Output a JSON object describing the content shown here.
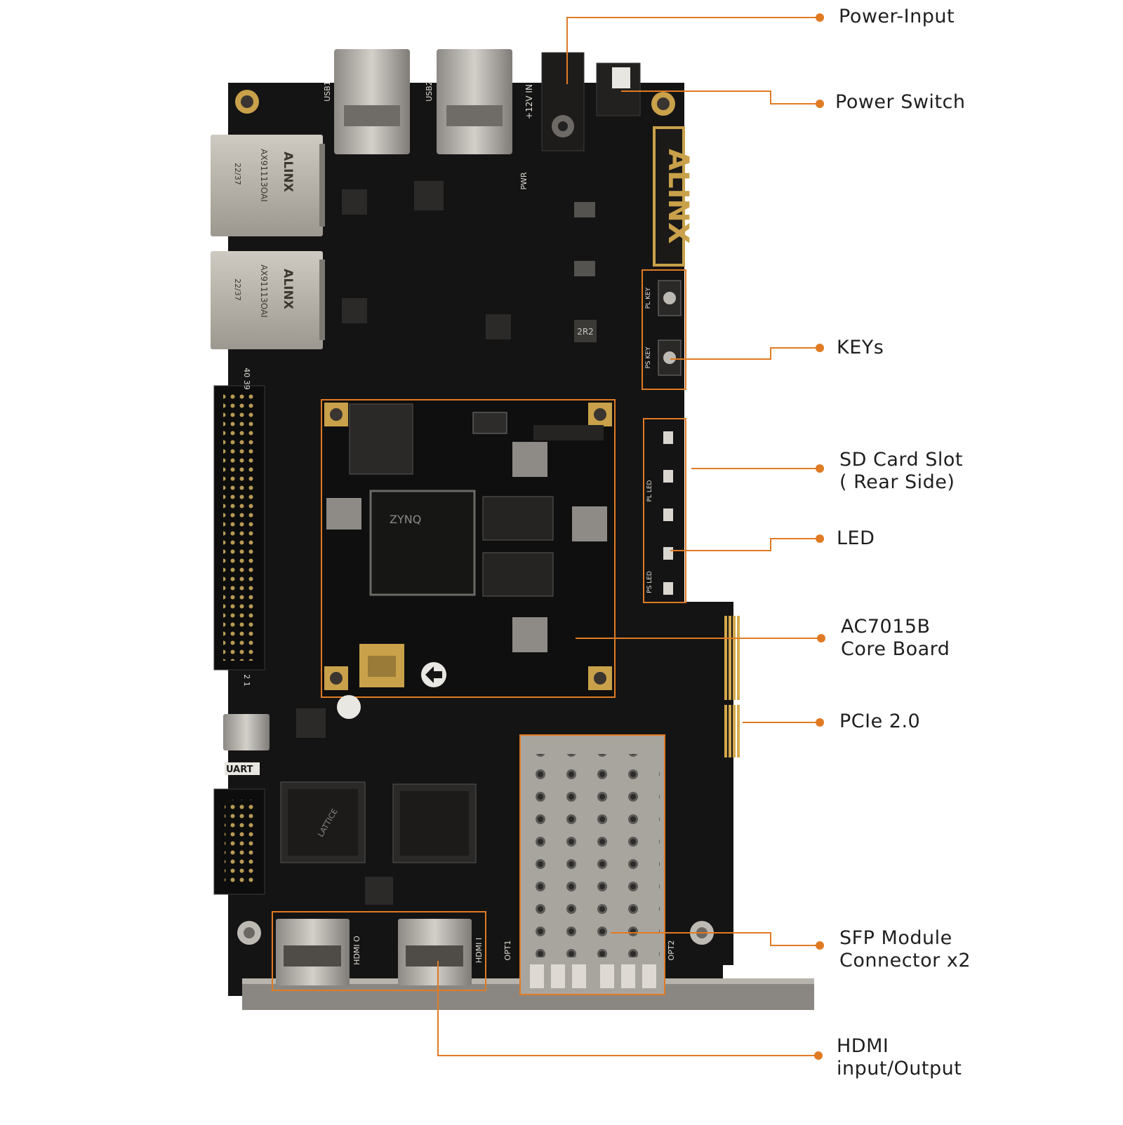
{
  "colors": {
    "accent": "#e07b24",
    "board": "#141313",
    "gold": "#c9a14a",
    "metal": "#a9a6a1",
    "label_text": "#1f1f1f"
  },
  "callouts": [
    {
      "id": "power-input",
      "lines": [
        "Power-Input"
      ],
      "icon": "dot-marker"
    },
    {
      "id": "power-switch",
      "lines": [
        "Power Switch"
      ],
      "icon": "dot-marker"
    },
    {
      "id": "keys",
      "lines": [
        "KEYs"
      ],
      "icon": "dot-marker"
    },
    {
      "id": "sd-card-slot",
      "lines": [
        "SD Card Slot",
        "( Rear Side)"
      ],
      "icon": "dot-marker"
    },
    {
      "id": "led",
      "lines": [
        "LED"
      ],
      "icon": "dot-marker"
    },
    {
      "id": "core-board",
      "lines": [
        "AC7015B",
        "Core Board"
      ],
      "icon": "dot-marker"
    },
    {
      "id": "pcie",
      "lines": [
        "PCIe 2.0"
      ],
      "icon": "dot-marker"
    },
    {
      "id": "sfp",
      "lines": [
        "SFP Module",
        "Connector x2"
      ],
      "icon": "dot-marker"
    },
    {
      "id": "hdmi",
      "lines": [
        "HDMI",
        "input/Output"
      ],
      "icon": "dot-marker"
    }
  ],
  "board_markings": {
    "brand": "ALINX",
    "rj45_part": "AX91113OAI",
    "rj45_code": "22/37",
    "chip_logo": "ZYNQ",
    "port_usb1": "USB1",
    "port_usb2": "USB2",
    "power_in": "+12V IN",
    "pwr": "PWR",
    "uart": "UART",
    "hdmi_0": "HDMI O",
    "hdmi_1": "HDMI I",
    "opt1": "OPT1",
    "opt2": "OPT2",
    "header_pin_top": "40 39",
    "header_pin_bottom": "2 1",
    "key_1": "PL KEY",
    "key_2": "PS KEY",
    "led_ps": "PS LED",
    "led_pl": "PL LED",
    "lattice": "LATTICE",
    "inductor": "2R2"
  }
}
